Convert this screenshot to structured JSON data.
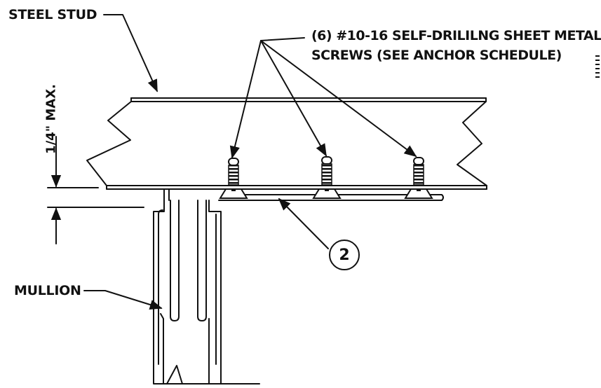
{
  "labels": {
    "steel_stud": "STEEL STUD",
    "screws_line1": "(6) #10-16  SELF-DRILILNG SHEET METAL",
    "screws_line2": "SCREWS (SEE ANCHOR SCHEDULE)",
    "max_gap": "1/4\" MAX.",
    "mullion": "MULLION",
    "callout": "2"
  },
  "colors": {
    "line": "#111111",
    "background": "#ffffff"
  }
}
